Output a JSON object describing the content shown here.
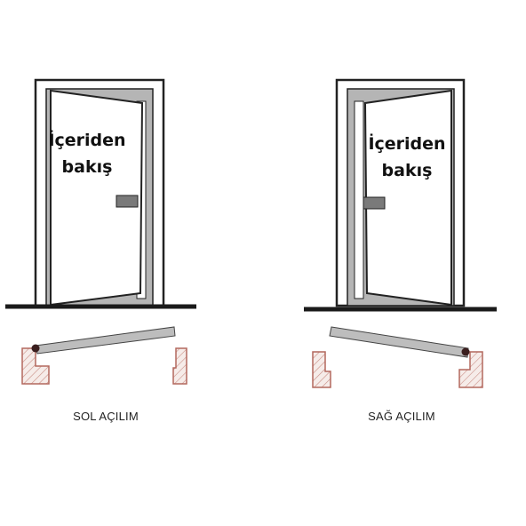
{
  "left_panel": {
    "door_label": "İçeriden\nbakış",
    "caption": "SOL AÇILIM"
  },
  "right_panel": {
    "door_label": "İçeriden\nbakış",
    "caption": "SAĞ AÇILIM"
  },
  "colors": {
    "outline": "#222222",
    "frame_fill": "#ffffff",
    "inner_frame_fill": "#b5b5b5",
    "door_leaf_fill": "#ffffff",
    "handle_fill": "#7a7a7a",
    "floor": "#1a1a1a",
    "jamb_stroke": "#b3685e",
    "jamb_fill": "#f6ece9",
    "plan_leaf_fill": "#bdbdbd",
    "pivot": "#3b1f1f"
  }
}
